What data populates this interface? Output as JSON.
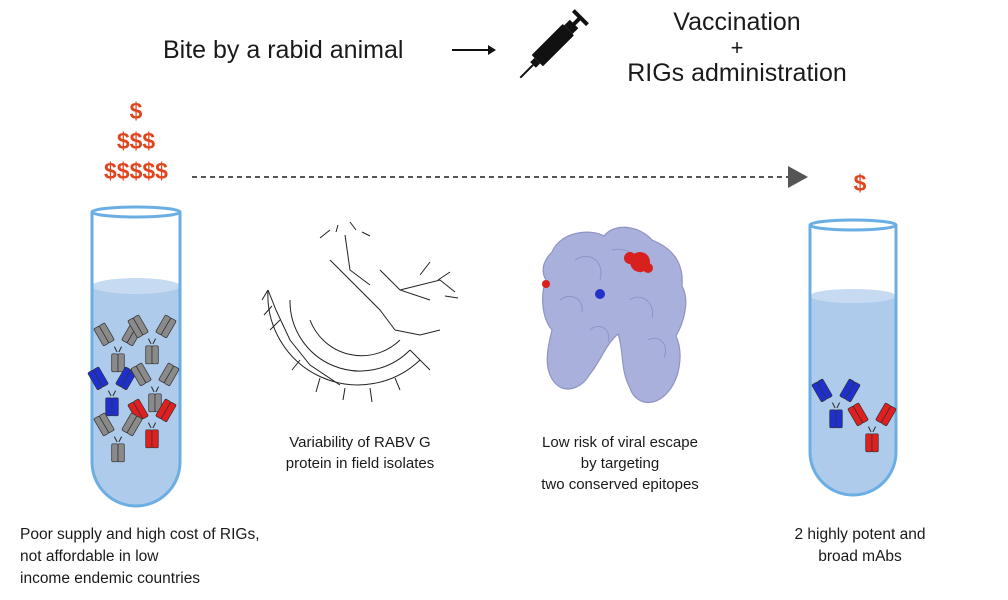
{
  "header": {
    "bite_text": "Bite by a rabid animal",
    "vaccination_line1": "Vaccination",
    "vaccination_plus": "+",
    "vaccination_line2": "RIGs administration"
  },
  "cost": {
    "left_lines": [
      "$",
      "$$$",
      "$$$$$"
    ],
    "right": "$"
  },
  "captions": {
    "variability_line1": "Variability of RABV G",
    "variability_line2": "protein in field isolates",
    "escape_line1": "Low risk of viral escape",
    "escape_line2": "by targeting",
    "escape_line3": "two conserved epitopes",
    "left_line1": "Poor supply and high cost of RIGs,",
    "left_line2": "not affordable in low",
    "left_line3": "income endemic countries",
    "right_line1": "2 highly potent and",
    "right_line2": "broad mAbs"
  },
  "colors": {
    "dollar": "#e2451e",
    "tube_outline": "#6aaee4",
    "tube_fill": "#aecbeb",
    "antibody_gray": "#8a8a8a",
    "antibody_blue": "#1e2fd0",
    "antibody_red": "#e02020",
    "protein": "#aab0dc",
    "epitope_red": "#d8201e",
    "epitope_blue": "#2530c8"
  },
  "icons": [
    "syringe-icon",
    "arrow-right-icon",
    "dashed-arrow",
    "phylogenetic-tree",
    "protein-structure"
  ]
}
